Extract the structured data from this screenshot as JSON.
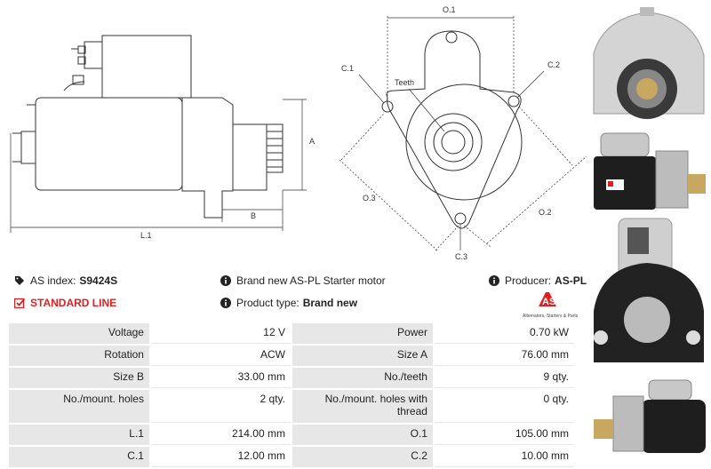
{
  "drawing": {
    "side_labels": {
      "a": "A",
      "b": "B",
      "l1": "L.1"
    },
    "front_labels": {
      "o1": "O.1",
      "c1": "C.1",
      "c2": "C.2",
      "teeth": "Teeth",
      "o3": "O.3",
      "o2": "O.2",
      "c3": "C.3"
    }
  },
  "info": {
    "as_index_label": "AS index:",
    "as_index_value": "S9424S",
    "standard_line": "STANDARD LINE",
    "description": "Brand new AS-PL Starter motor",
    "product_type_label": "Product type:",
    "product_type_value": "Brand new",
    "producer_label": "Producer:",
    "producer_value": "AS-PL",
    "logo_tagline": "Alternators, Starters & Parts",
    "logo_text": "AS"
  },
  "specs": [
    {
      "k1": "Voltage",
      "v1": "12 V",
      "k2": "Power",
      "v2": "0.70 kW"
    },
    {
      "k1": "Rotation",
      "v1": "ACW",
      "k2": "Size A",
      "v2": "76.00 mm"
    },
    {
      "k1": "Size B",
      "v1": "33.00 mm",
      "k2": "No./teeth",
      "v2": "9 qty."
    },
    {
      "k1": "No./mount. holes",
      "v1": "2 qty.",
      "k2": "No./mount. holes with thread",
      "v2": "0 qty."
    },
    {
      "k1": "L.1",
      "v1": "214.00 mm",
      "k2": "O.1",
      "v2": "105.00 mm"
    },
    {
      "k1": "C.1",
      "v1": "12.00 mm",
      "k2": "C.2",
      "v2": "10.00 mm"
    }
  ],
  "colors": {
    "accent_red": "#e02020",
    "label_bg": "#e7e7e7",
    "line": "#333333"
  }
}
